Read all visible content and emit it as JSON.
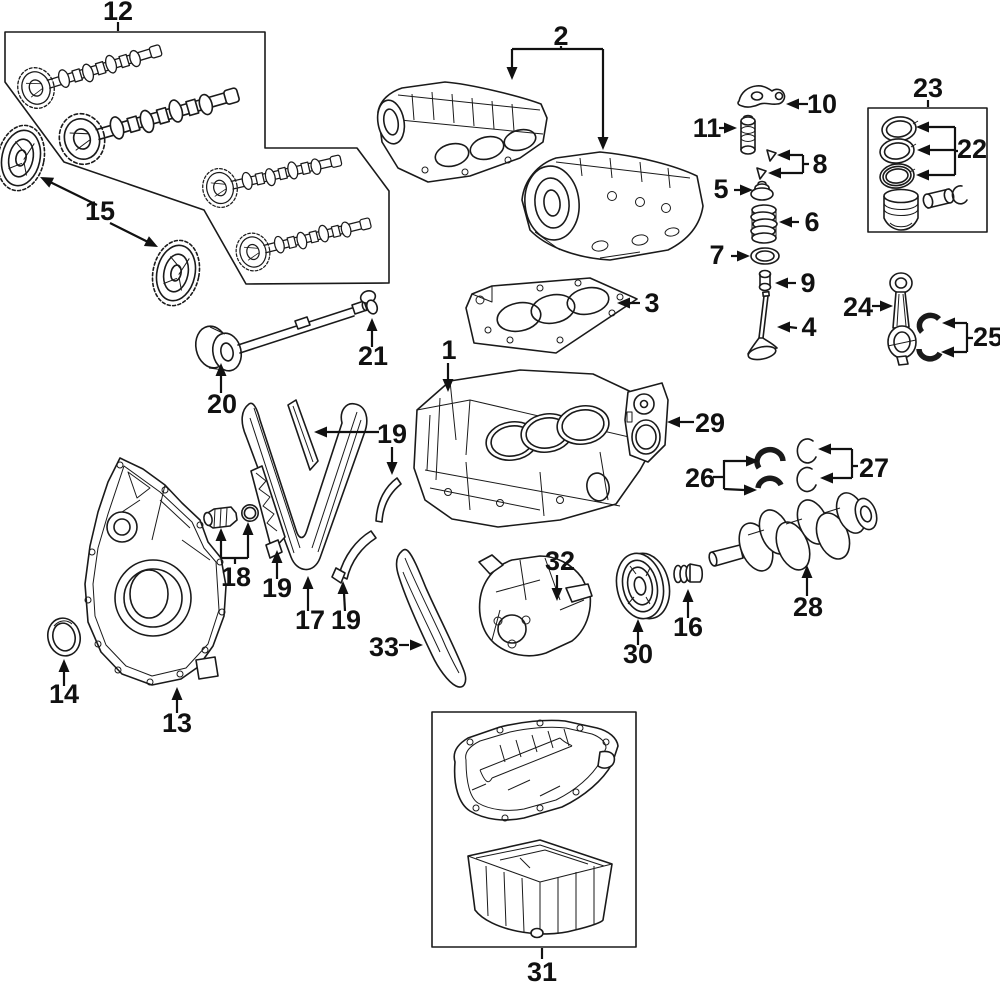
{
  "figure": {
    "type": "exploded-parts-diagram",
    "subject": "V6 engine internal components",
    "colors": {
      "background": "#ffffff",
      "line": "#1a1a1a",
      "label": "#111111"
    }
  },
  "callouts": {
    "c1": "1",
    "c2": "2",
    "c3": "3",
    "c4": "4",
    "c5": "5",
    "c6": "6",
    "c7": "7",
    "c8": "8",
    "c9": "9",
    "c10": "10",
    "c11": "11",
    "c12": "12",
    "c13": "13",
    "c14": "14",
    "c15": "15",
    "c16": "16",
    "c17": "17",
    "c18": "18",
    "c19a": "19",
    "c19b": "19",
    "c19c": "19",
    "c20": "20",
    "c21": "21",
    "c22": "22",
    "c23": "23",
    "c24": "24",
    "c25": "25",
    "c26": "26",
    "c27": "27",
    "c28": "28",
    "c29": "29",
    "c30": "30",
    "c31": "31",
    "c32": "32",
    "c33": "33"
  }
}
